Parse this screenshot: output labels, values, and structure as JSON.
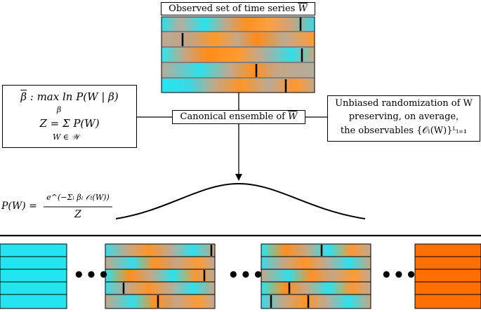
{
  "title": {
    "text": "Observed set of time series ",
    "symbol": "W"
  },
  "ensemble_box": {
    "text": "Canonical ensemble of ",
    "symbol": "W"
  },
  "left_box": {
    "line1_beta": "β",
    "line1_rest": " :  max ln P(W | β)",
    "line1_sub": "β",
    "line2": "Z = Σ P(W)",
    "line2_sub": "W ∈ 𝒲"
  },
  "right_box": {
    "line1": "Unbiased randomization of W",
    "line2": "preserving, on average,",
    "line3": "the observables {𝒪ₗ(W)}ᴸₗ₌₁"
  },
  "formula": {
    "lhs": "P(W) =",
    "numerator": "e^(−Σₗ βₗ 𝒪ₗ(W))",
    "denominator": "Z"
  },
  "ellipsis": "•••",
  "colors": {
    "cyan": "#22e5f0",
    "orange": "#ff8a14",
    "tan": "#c2a98e",
    "line": "#000000"
  },
  "icons": [
    "arrow-down-icon",
    "bell-curve"
  ]
}
